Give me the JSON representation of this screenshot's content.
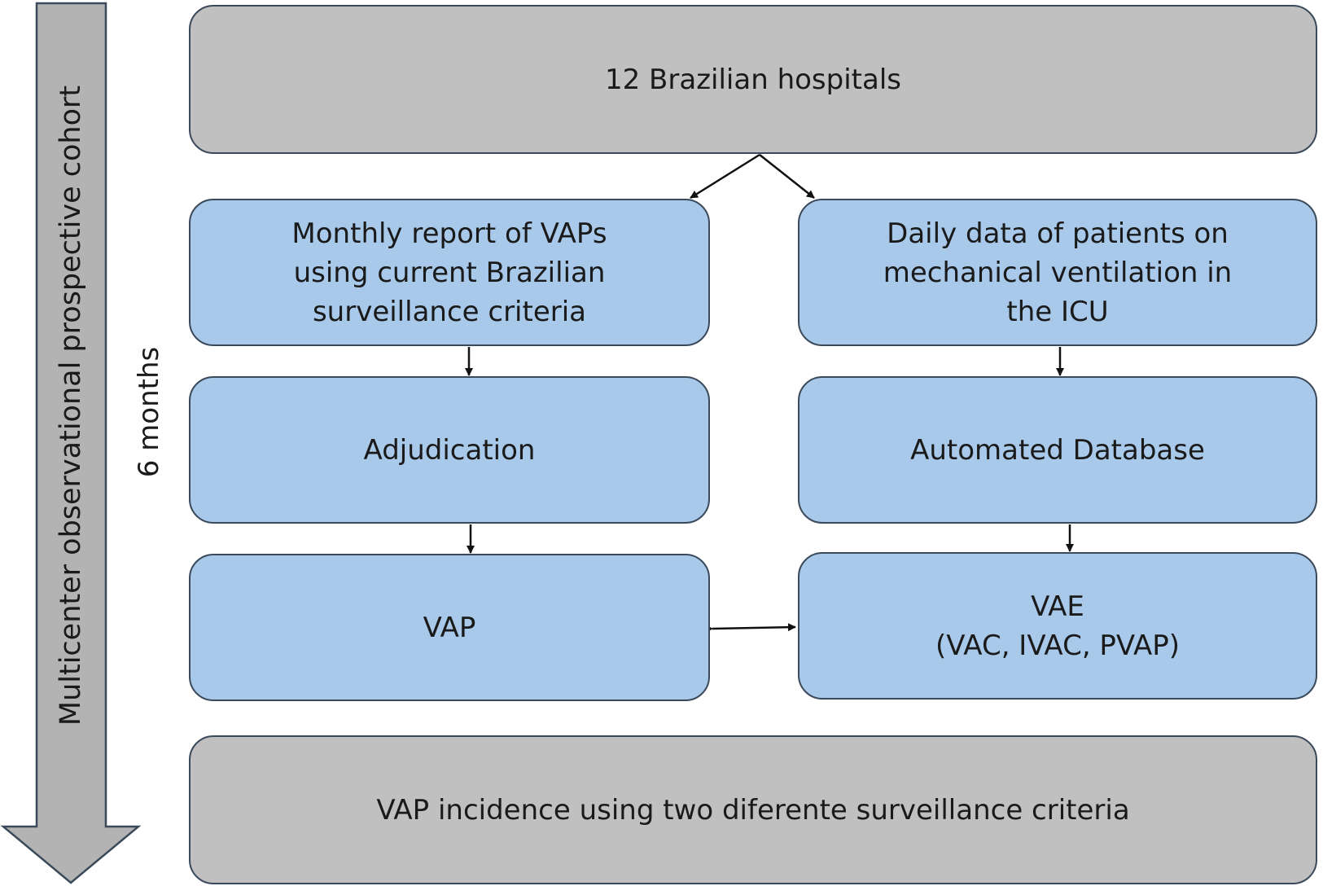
{
  "timeline": {
    "cohort_label": "Multicenter observational prospective cohort",
    "period_label": "6 months"
  },
  "flow": {
    "hospitals": "12 Brazilian hospitals",
    "monthly_report": [
      "Monthly report of VAPs",
      "using current Brazilian",
      "surveillance criteria"
    ],
    "daily_data": [
      "Daily data of patients on",
      "mechanical ventilation in",
      "the ICU"
    ],
    "adjudication": "Adjudication",
    "automated_database": "Automated Database",
    "vap": "VAP",
    "vae": [
      "VAE",
      "(VAC, IVAC, PVAP)"
    ],
    "incidence": "VAP incidence using two diferente surveillance criteria"
  },
  "colors": {
    "gray_box": "#c0c0c0",
    "blue_box": "#a8c9ea",
    "outline": "#3b4a5a"
  }
}
